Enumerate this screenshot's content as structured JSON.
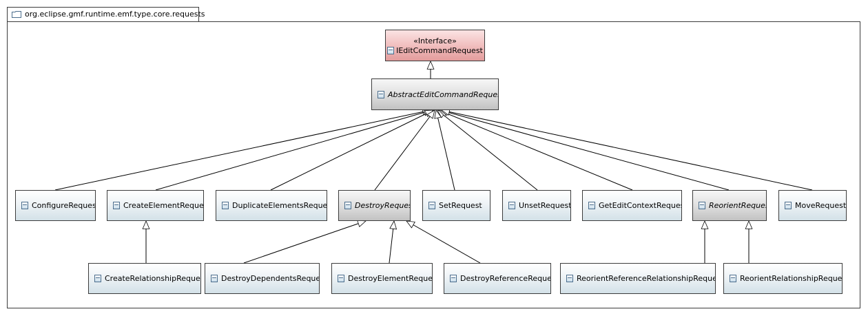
{
  "package": {
    "name": "org.eclipse.gmf.runtime.emf.type.core.requests",
    "icon": "package-folder-icon"
  },
  "interface": {
    "stereotype": "«Interface»",
    "name": "IEditCommandRequest"
  },
  "abstract_base": {
    "name": "AbstractEditCommandRequest"
  },
  "classes": {
    "configure": "ConfigureRequest",
    "create_element": "CreateElementRequest",
    "duplicate_elements": "DuplicateElementsRequest",
    "destroy": "DestroyRequest",
    "set": "SetRequest",
    "unset": "UnsetRequest",
    "get_edit_context": "GetEditContextRequest",
    "reorient": "ReorientRequest",
    "move": "MoveRequest",
    "create_relationship": "CreateRelationshipRequest",
    "destroy_dependents": "DestroyDependentsRequest",
    "destroy_element": "DestroyElementRequest",
    "destroy_reference": "DestroyReferenceRequest",
    "reorient_reference_relationship": "ReorientReferenceRelationshipRequest",
    "reorient_relationship": "ReorientRelationshipRequest"
  },
  "colors": {
    "interface_fill": "#f1bfbf",
    "class_fill": "#d3e1e8",
    "abstract_fill": "#c2c2c2",
    "edge": "#000000"
  }
}
